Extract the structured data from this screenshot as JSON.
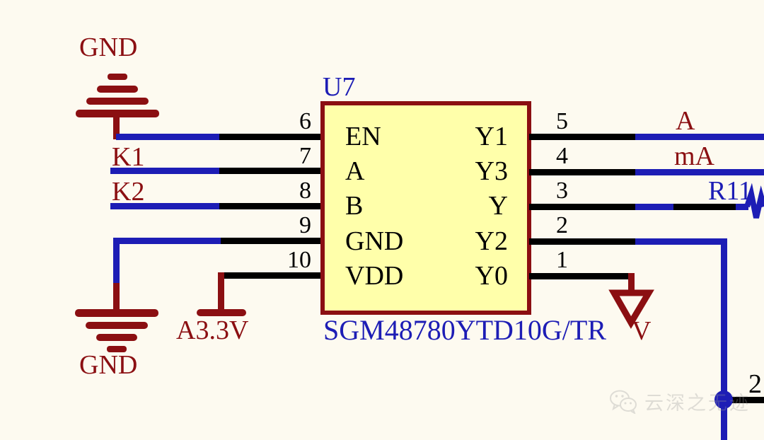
{
  "sheet": {
    "background_color": "#fdfaf0",
    "wire_black": "#000000",
    "wire_blue": "#1d1db5",
    "symbol_red": "#8b0f12",
    "ic_fill": "#ffffaa",
    "ic_border": "#8b0f12"
  },
  "component": {
    "refdes": "U7",
    "part_number": "SGM48780YTD10G/TR",
    "left_pins": [
      {
        "number": "6",
        "name": "EN"
      },
      {
        "number": "7",
        "name": "A"
      },
      {
        "number": "8",
        "name": "B"
      },
      {
        "number": "9",
        "name": "GND"
      },
      {
        "number": "10",
        "name": "VDD"
      }
    ],
    "right_pins": [
      {
        "number": "5",
        "name": "Y1"
      },
      {
        "number": "4",
        "name": "Y3"
      },
      {
        "number": "3",
        "name": "Y"
      },
      {
        "number": "2",
        "name": "Y2"
      },
      {
        "number": "1",
        "name": "Y0"
      }
    ]
  },
  "net_labels": {
    "gnd_top": "GND",
    "gnd_bottom": "GND",
    "k1": "K1",
    "k2": "K2",
    "a33v": "A3.3V",
    "a": "A",
    "ma": "mA",
    "r11": "R11",
    "v": "V",
    "pin_2_right": "2"
  },
  "watermark": {
    "text": "云深之无迹",
    "icon": "wechat-icon"
  }
}
